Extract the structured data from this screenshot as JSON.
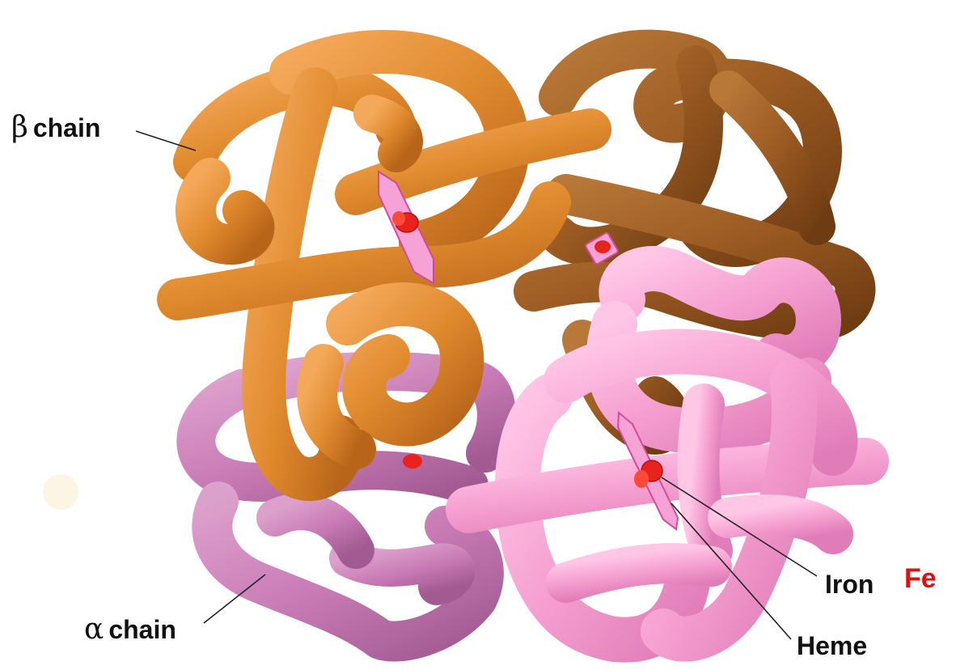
{
  "labels": {
    "beta_symbol": "β",
    "beta_word": "chain",
    "alpha_symbol": "α",
    "alpha_word": "chain",
    "iron": "Iron",
    "fe": "Fe",
    "heme": "Heme"
  },
  "colors": {
    "beta_chain_front": "#e08a2e",
    "beta_chain_back": "#9a5a22",
    "alpha_chain_back": "#c97bb5",
    "alpha_chain_front": "#f59fd0",
    "heme_plane": "#f5a3d6",
    "iron": "#e8231e",
    "fe_text": "#e01010"
  }
}
